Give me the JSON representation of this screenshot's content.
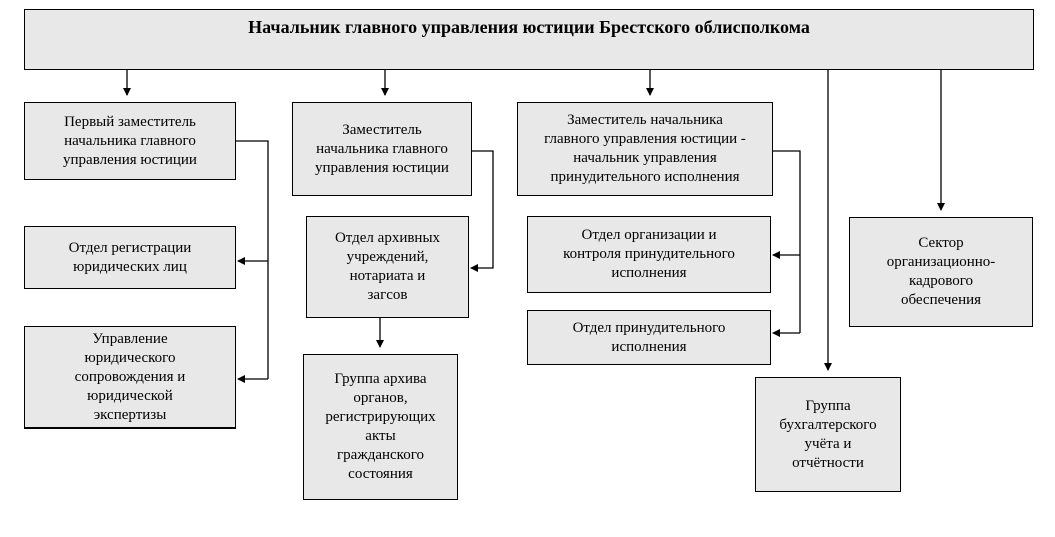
{
  "nodes": {
    "head": "Начальник главного управления юстиции Брестского облисполкома",
    "dep1": "Первый заместитель\nначальника главного\nуправления юстиции",
    "dep2": "Заместитель\nначальника главного\nуправления юстиции",
    "dep3": "Заместитель начальника\nглавного управления юстиции -\nначальник управления\nпринудительного исполнения",
    "reg": "Отдел регистрации\nюридических лиц",
    "legal": "Управление\nюридического\nсопровождения и\nюридической\nэкспертизы",
    "archive": "Отдел архивных\nучреждений,\nнотариата и\nзагсов",
    "archgroup": "Группа архива\nорганов,\nрегистрирующих\nакты\nгражданского\nсостояния",
    "orgcontrol": "Отдел организации и\nконтроля принудительного\nисполнения",
    "enforce": "Отдел принудительного\nисполнения",
    "sector": "Сектор\nорганизационно-\nкадрового\nобеспечения",
    "account": "Группа\nбухгалтерского\nучёта и\nотчётности"
  },
  "colors": {
    "box_fill": "#e8e8e8",
    "line": "#000000"
  }
}
